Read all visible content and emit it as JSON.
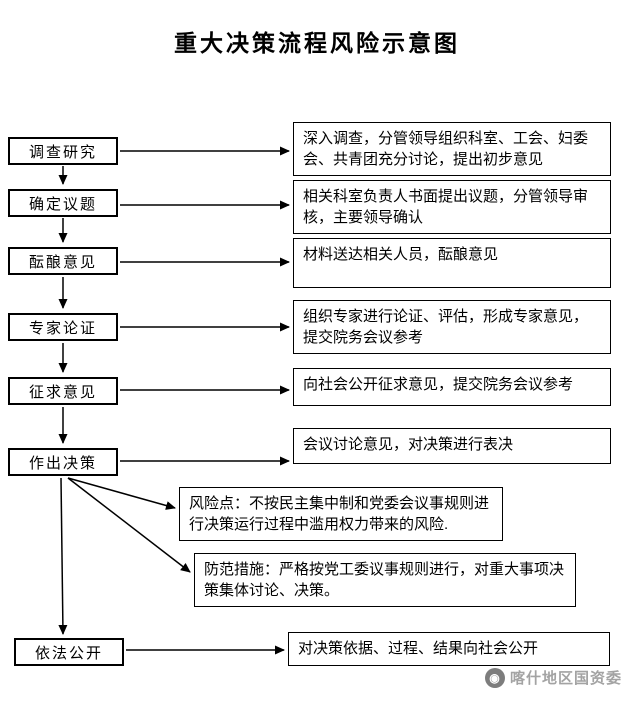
{
  "title": "重大决策流程风险示意图",
  "steps": [
    {
      "label": "调查研究",
      "detail": "深入调查，分管领导组织科室、工会、妇委会、共青团充分讨论，提出初步意见"
    },
    {
      "label": "确定议题",
      "detail": "相关科室负责人书面提出议题，分管领导审核，主要领导确认"
    },
    {
      "label": "酝酿意见",
      "detail": "材料送达相关人员，酝酿意见"
    },
    {
      "label": "专家论证",
      "detail": "组织专家进行论证、评估，形成专家意见，提交院务会议参考"
    },
    {
      "label": "征求意见",
      "detail": "向社会公开征求意见，提交院务会议参考"
    },
    {
      "label": "作出决策",
      "detail": "会议讨论意见，对决策进行表决"
    },
    {
      "label": "依法公开",
      "detail": "对决策依据、过程、结果向社会公开"
    }
  ],
  "risk_note": "风险点：不按民主集中制和党委会议事规则进行决策运行过程中滥用权力带来的风险.",
  "measure_note": "防范措施：严格按党工委议事规则进行，对重大事项决策集体讨论、决策。",
  "watermark": "喀什地区国资委",
  "colors": {
    "line": "#000000",
    "watermark": "#a3a3a3",
    "background": "#ffffff"
  }
}
